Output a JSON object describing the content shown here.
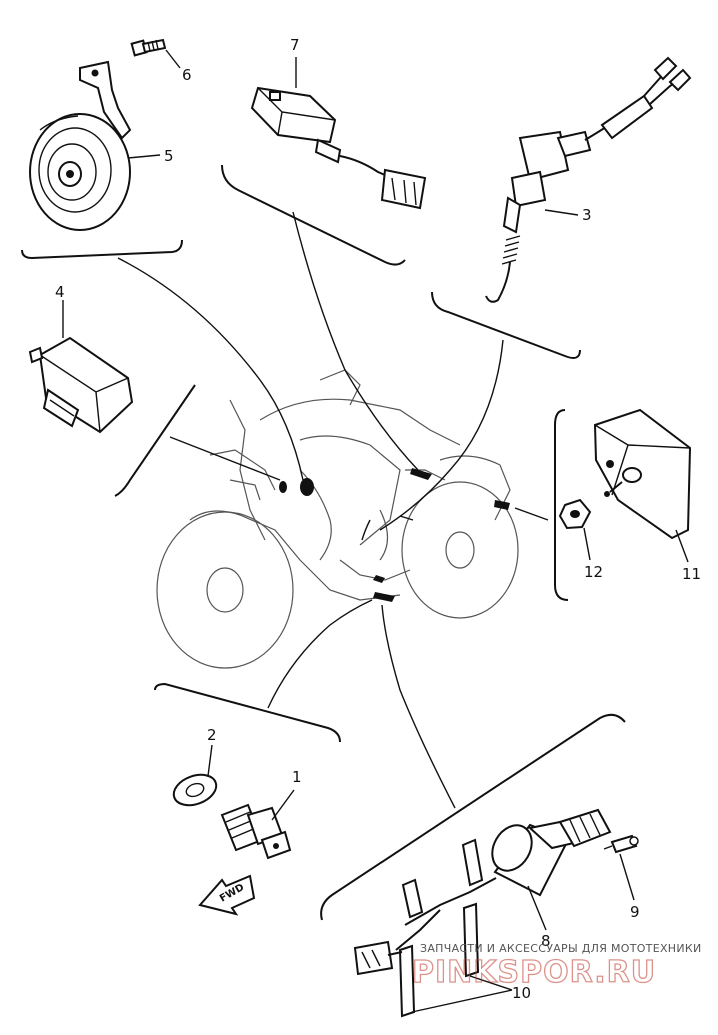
{
  "callouts": {
    "c1": "1",
    "c2": "2",
    "c3": "3",
    "c4": "4",
    "c5": "5",
    "c6": "6",
    "c7": "7",
    "c8": "8",
    "c9": "9",
    "c10": "10",
    "c11": "11",
    "c12": "12"
  },
  "direction_marker": "FWD",
  "watermark": {
    "line1": "ЗАПЧАСТИ И АКСЕССУАРЫ ДЛЯ МОТОТЕХНИКИ",
    "line2": "PINKSPOR.RU"
  }
}
